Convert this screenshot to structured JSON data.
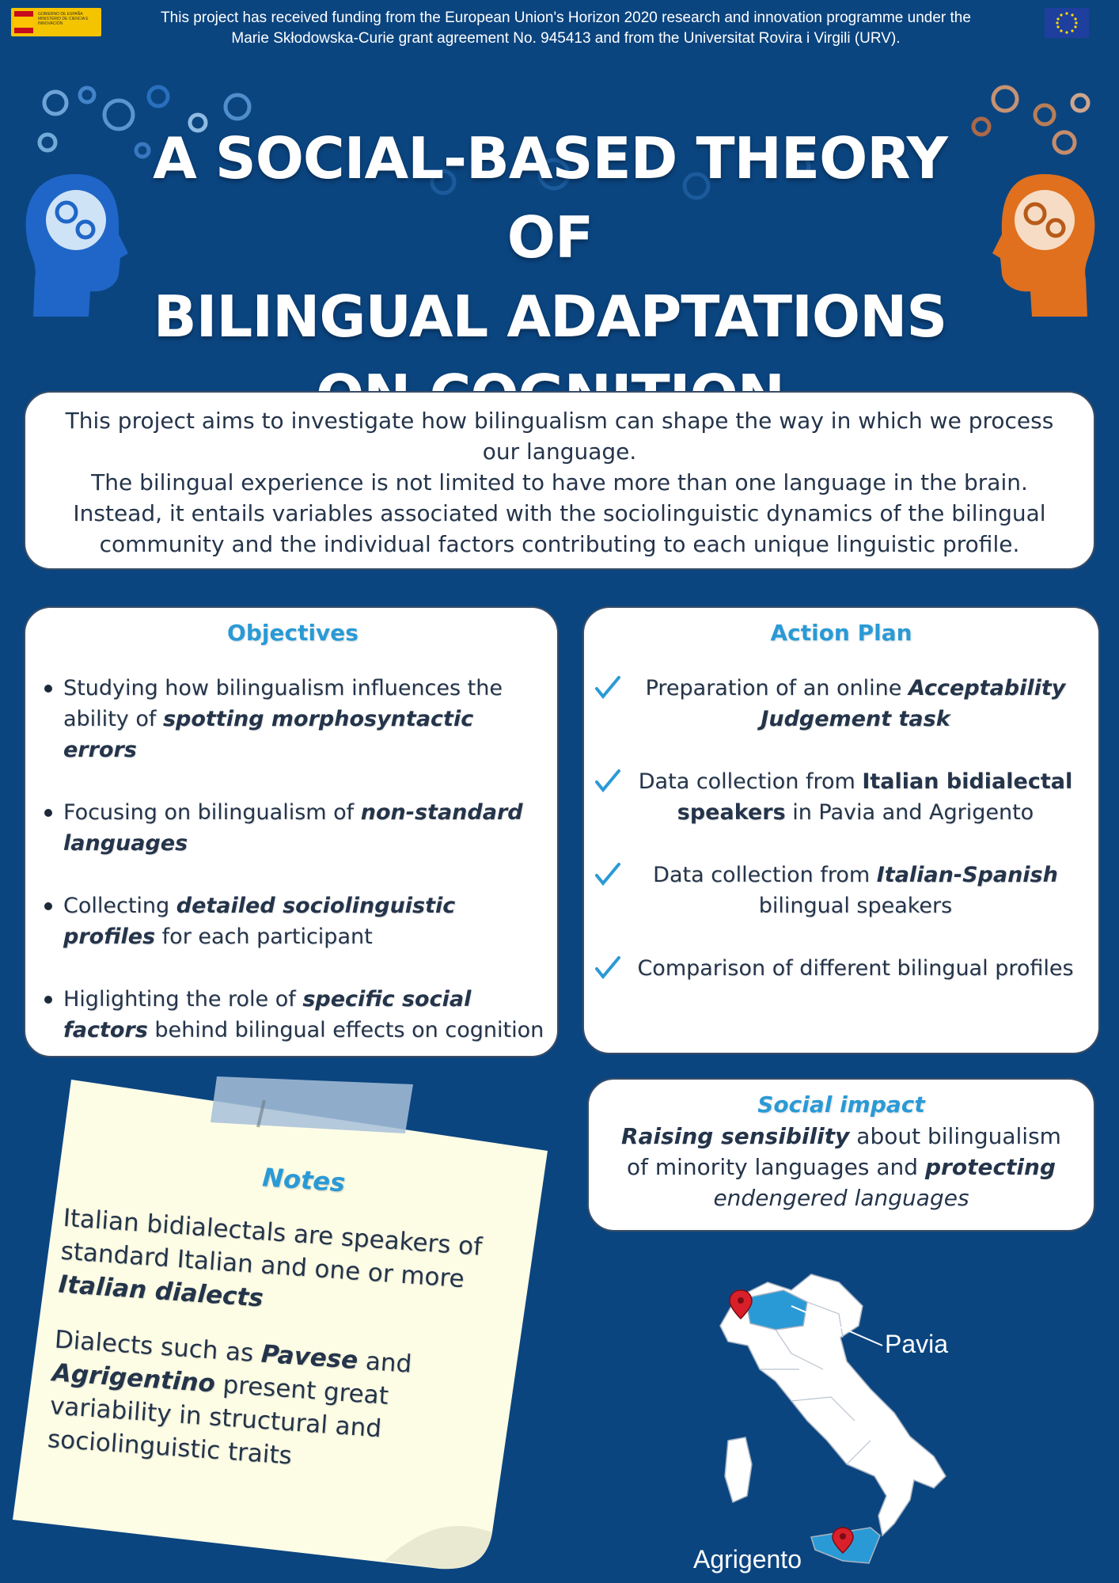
{
  "header": {
    "funding_line1": "This project has received funding from the European Union's Horizon 2020 research and innovation programme under the",
    "funding_line2": "Marie Skłodowska-Curie grant agreement No. 945413 and from the Universitat Rovira i Virgili (URV).",
    "logo_left_lines": [
      "GOBIERNO DE ESPAÑA",
      "MINISTERIO DE CIENCIA E INNOVACIÓN"
    ]
  },
  "title": {
    "line1": "A SOCIAL-BASED THEORY OF",
    "line2": "BILINGUAL ADAPTATIONS",
    "line3": "ON COGNITION"
  },
  "intro": {
    "p1": "This project aims to investigate how bilingualism can shape the way in which we process our language.",
    "p2": "The bilingual experience is not limited to have more than one language in the brain. Instead, it entails variables associated with the sociolinguistic dynamics of the bilingual community and the individual factors contributing to each unique linguistic profile."
  },
  "objectives": {
    "title": "Objectives",
    "items": [
      {
        "pre": "Studying how bilingualism influences the ability of ",
        "em": "spotting morphosyntactic errors",
        "post": ""
      },
      {
        "pre": "Focusing on bilingualism of ",
        "em": "non-standard languages",
        "post": ""
      },
      {
        "pre": "Collecting ",
        "em": "detailed sociolinguistic profiles",
        "post": " for each participant"
      },
      {
        "pre": "Higlighting the role of ",
        "em": "specific social factors",
        "post": " behind bilingual effects on cognition"
      }
    ]
  },
  "action_plan": {
    "title": "Action Plan",
    "items": [
      {
        "pre": "Preparation of an online ",
        "strong": "Acceptability Judgement task",
        "post": "",
        "style": "bi"
      },
      {
        "pre": "Data collection from ",
        "strong": "Italian bidialectal speakers",
        "post": " in Pavia and Agrigento",
        "style": "b"
      },
      {
        "pre": "Data collection from ",
        "strong": "Italian-Spanish",
        "post": " bilingual speakers",
        "style": "bi"
      },
      {
        "pre": "Comparison of different bilingual profiles",
        "strong": "",
        "post": "",
        "style": "b"
      }
    ]
  },
  "social_impact": {
    "title": "Social impact",
    "s1": "Raising sensibility",
    "t1": " about bilingualism of minority languages and ",
    "s2": "protecting",
    "t2": "endengered languages"
  },
  "notes": {
    "title": "Notes",
    "p1_pre": "Italian bidialectals are speakers of standard Italian and one or more ",
    "p1_em": "Italian dialects",
    "p2_pre": "Dialects such as ",
    "p2_em1": "Pavese",
    "p2_mid": " and ",
    "p2_em2": "Agrigentino",
    "p2_post": " present great variability in structural and sociolinguistic traits"
  },
  "map": {
    "label_north": "Pavia",
    "label_south": "Agrigento"
  },
  "colors": {
    "background": "#0b4580",
    "accent": "#2a9ad6",
    "card": "#ffffff",
    "note": "#fdfde6",
    "pin": "#d9202a"
  }
}
